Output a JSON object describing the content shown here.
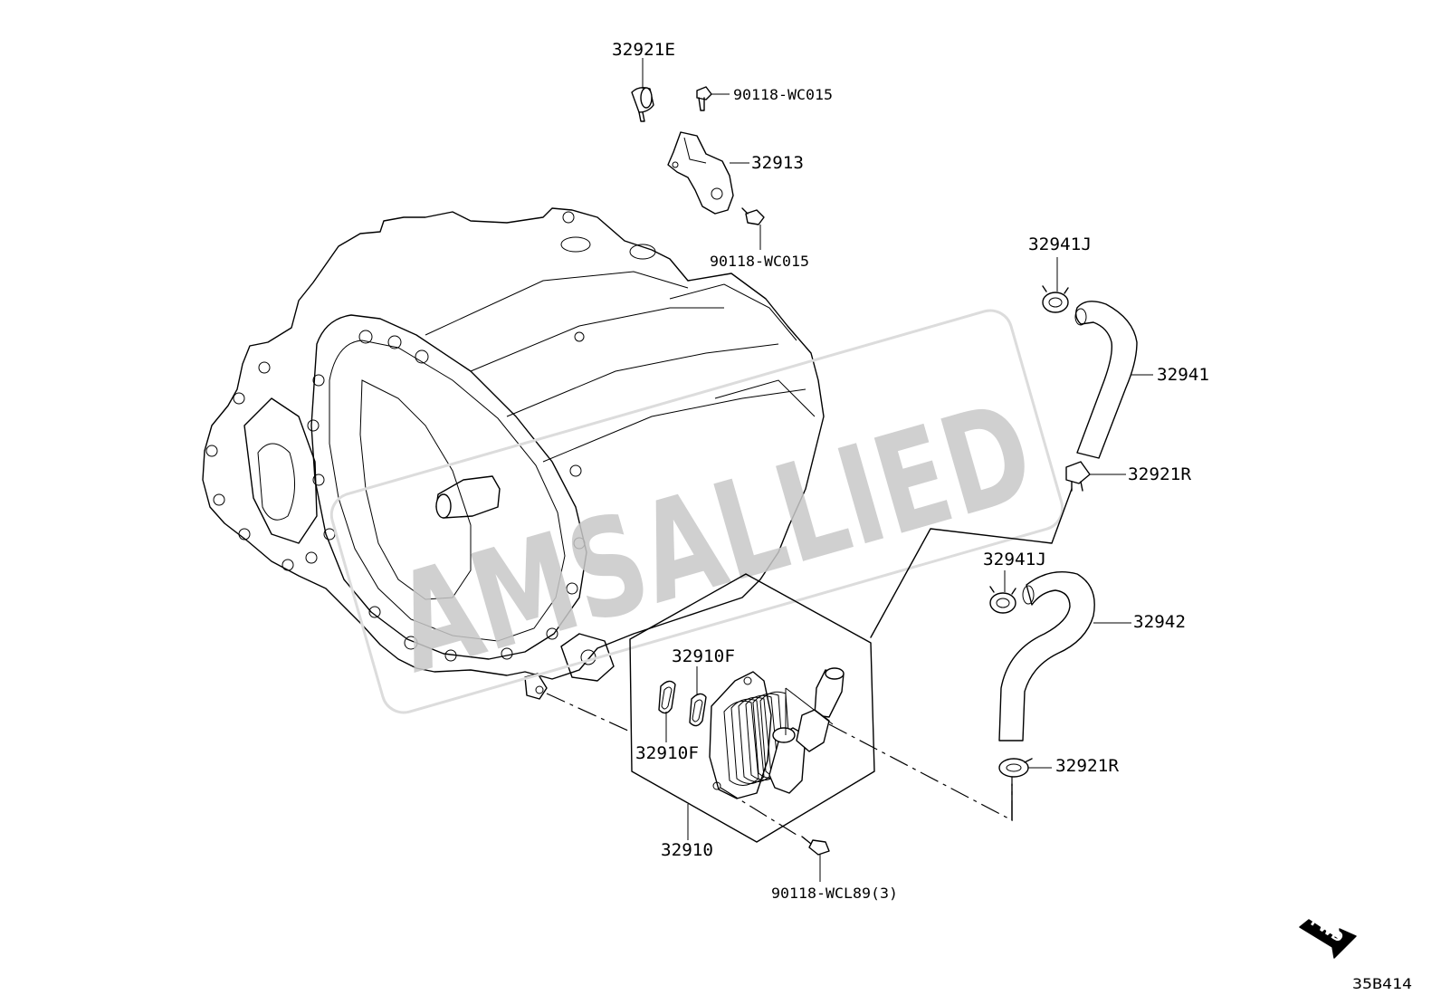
{
  "watermark": "AMSALLIED",
  "labels": {
    "clamp_e": "32921E",
    "bolt_top": "90118-WC015",
    "bracket": "32913",
    "bolt_mid": "90118-WC015",
    "clip_j_upper": "32941J",
    "hose_upper": "32941",
    "clip_r_upper": "32921R",
    "clip_j_lower": "32941J",
    "hose_lower": "32942",
    "clip_r_lower": "32921R",
    "gasket_upper": "32910F",
    "gasket_lower": "32910F",
    "cooler": "32910",
    "bolt_bottom": "90118-WCL89(3)"
  },
  "fwd_badge": "FWD",
  "diagram_code": "35B414"
}
